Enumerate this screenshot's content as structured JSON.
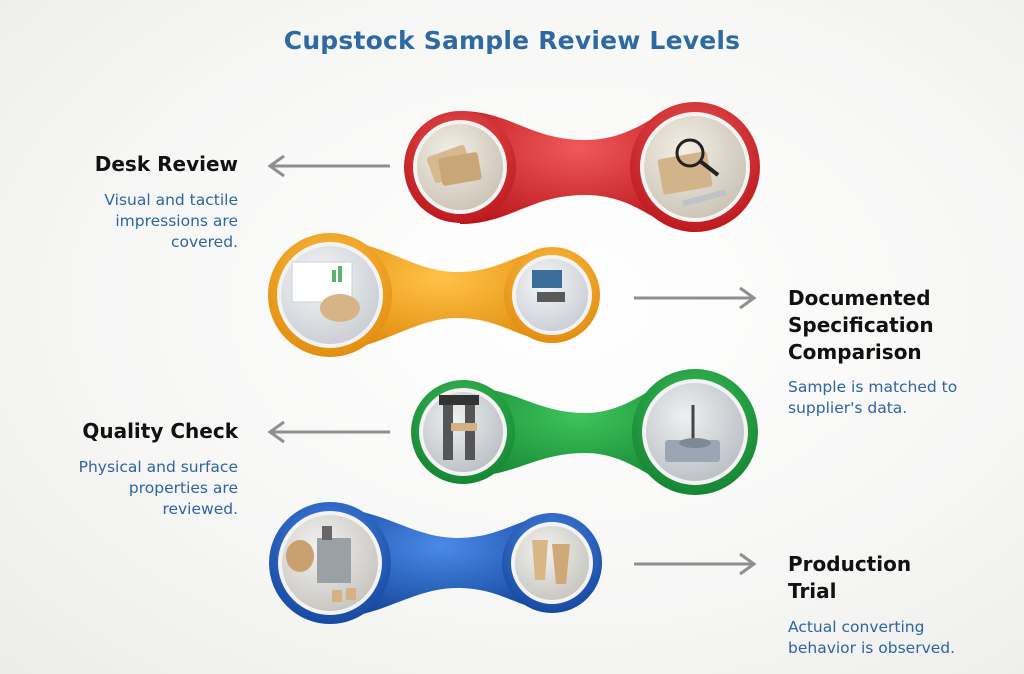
{
  "title": "Cupstock Sample Review Levels",
  "colors": {
    "title": "#2e6aa1",
    "heading": "#111111",
    "description": "#2f64a0",
    "red": "#d8262a",
    "orange": "#f0a020",
    "green": "#1d9a3a",
    "blue": "#1f5fc0"
  },
  "levels": [
    {
      "heading": "Desk Review",
      "description_lines": [
        "Visual and tactile",
        "impressions are",
        "covered."
      ],
      "color": "red",
      "images": [
        "paper-samples-gloves",
        "magnifier-inspection"
      ]
    },
    {
      "heading_lines": [
        "Documented",
        "Specification",
        "Comparison"
      ],
      "description_lines": [
        "Sample is matched to",
        "supplier's data."
      ],
      "color": "orange",
      "images": [
        "spec-sheet-review",
        "micrometer-measurement"
      ]
    },
    {
      "heading": "Quality Check",
      "description_lines": [
        "Physical and surface",
        "properties are",
        "reviewed."
      ],
      "color": "green",
      "images": [
        "tensile-tester",
        "surface-tester"
      ]
    },
    {
      "heading_lines": [
        "Production",
        "Trial"
      ],
      "description_lines": [
        "Actual converting",
        "behavior is observed."
      ],
      "color": "blue",
      "images": [
        "cup-forming-machine",
        "paper-cups-handling"
      ]
    }
  ]
}
